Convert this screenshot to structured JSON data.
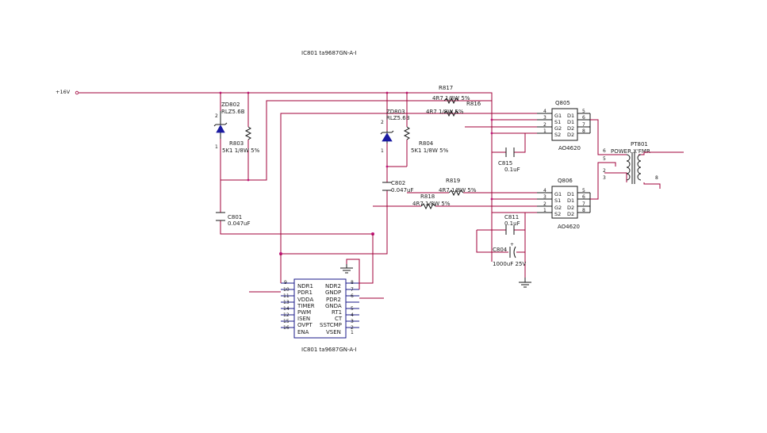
{
  "title_top": "IC801  ta9687GN-A-I",
  "title_bottom": "IC801  ta9687GN-A-I",
  "rail_label": "+16V",
  "zd802": {
    "ref": "ZD802",
    "value": "RLZ5.6B",
    "pin_a": "2",
    "pin_k": "1"
  },
  "zd803": {
    "ref": "ZD803",
    "value": "RLZ5.6B",
    "pin_a": "2",
    "pin_k": "1"
  },
  "r803": {
    "ref": "R803",
    "value": "5K1 1/8W 5%"
  },
  "r804": {
    "ref": "R804",
    "value": "5K1 1/8W 5%"
  },
  "r817": {
    "ref": "R817",
    "value": "4R7 1/8W 5%"
  },
  "r816": {
    "ref": "R816",
    "value": "4R7 1/8W 5%"
  },
  "r819": {
    "ref": "R819",
    "value": "4R7 1/8W 5%"
  },
  "r818": {
    "ref": "R818",
    "value": "4R7 1/8W 5%"
  },
  "c801": {
    "ref": "C801",
    "value": "0.047uF"
  },
  "c802": {
    "ref": "C802",
    "value": "0.047uF"
  },
  "c815": {
    "ref": "C815",
    "value": "0.1uF"
  },
  "c811": {
    "ref": "C811",
    "value": "0.1uF"
  },
  "c804": {
    "ref": "C804",
    "value": "1000uF 25V",
    "polarity": "+"
  },
  "q805": {
    "ref": "Q805",
    "part": "AO4620",
    "left_pins": [
      {
        "num": "4",
        "name": "G1"
      },
      {
        "num": "3",
        "name": "S1"
      },
      {
        "num": "2",
        "name": "G2"
      },
      {
        "num": "1",
        "name": "S2"
      }
    ],
    "right_pins": [
      {
        "num": "5",
        "name": "D1"
      },
      {
        "num": "6",
        "name": "D1"
      },
      {
        "num": "7",
        "name": "D2"
      },
      {
        "num": "8",
        "name": "D2"
      }
    ]
  },
  "q806": {
    "ref": "Q806",
    "part": "AO4620",
    "left_pins": [
      {
        "num": "4",
        "name": "G1"
      },
      {
        "num": "3",
        "name": "S1"
      },
      {
        "num": "2",
        "name": "G2"
      },
      {
        "num": "1",
        "name": "S2"
      }
    ],
    "right_pins": [
      {
        "num": "5",
        "name": "D1"
      },
      {
        "num": "6",
        "name": "D1"
      },
      {
        "num": "7",
        "name": "D2"
      },
      {
        "num": "8",
        "name": "D2"
      }
    ]
  },
  "pt801": {
    "ref": "PT801",
    "label": "POWER X'FMR",
    "pins": [
      "6",
      "5",
      "2",
      "3",
      "8"
    ]
  },
  "ic801": {
    "left_pins": [
      {
        "num": "9",
        "name": "NDR1"
      },
      {
        "num": "10",
        "name": "PDR1"
      },
      {
        "num": "11",
        "name": "VDDA"
      },
      {
        "num": "13",
        "name": "TIMER"
      },
      {
        "num": "14",
        "name": "PWM"
      },
      {
        "num": "12",
        "name": "ISEN"
      },
      {
        "num": "15",
        "name": "OVPT"
      },
      {
        "num": "16",
        "name": "ENA"
      }
    ],
    "right_pins": [
      {
        "num": "8",
        "name": "NDR2"
      },
      {
        "num": "7",
        "name": "GNDP"
      },
      {
        "num": "6",
        "name": "PDR2"
      },
      {
        "num": "5",
        "name": "GNDA"
      },
      {
        "num": "4",
        "name": "RT1"
      },
      {
        "num": "3",
        "name": "CT"
      },
      {
        "num": "2",
        "name": "SSTCMP"
      },
      {
        "num": "1",
        "name": "VSEN"
      }
    ]
  },
  "colors": {
    "wire": "#a0003a",
    "component": "#1a1a1a",
    "ic_body": "#1a1a8a",
    "junction": "#c0157a"
  }
}
